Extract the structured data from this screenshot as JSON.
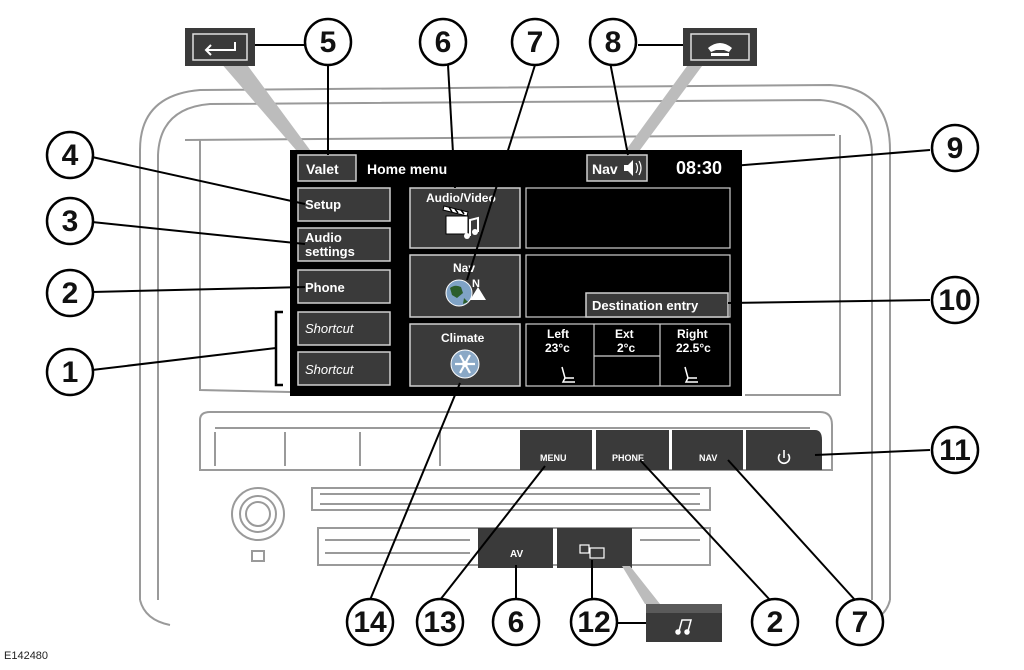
{
  "screen": {
    "valet_label": "Valet",
    "title": "Home menu",
    "nav_label": "Nav",
    "time": "08:30",
    "setup_label": "Setup",
    "audio_settings_line1": "Audio",
    "audio_settings_line2": "settings",
    "phone_label": "Phone",
    "shortcut1_label": "Shortcut",
    "shortcut2_label": "Shortcut",
    "audio_video_label": "Audio/Video",
    "nav_tile_label": "Nav",
    "nav_compass_letter": "N",
    "climate_label": "Climate",
    "destination_label": "Destination entry",
    "climate_left_label": "Left",
    "climate_left_temp": "23°c",
    "climate_ext_label": "Ext",
    "climate_ext_temp": "2°c",
    "climate_right_label": "Right",
    "climate_right_temp": "22.5°c"
  },
  "panel": {
    "menu_label": "MENU",
    "phone_label": "PHONE",
    "nav_label": "NAV",
    "av_label": "AV"
  },
  "callouts": {
    "c1": "1",
    "c2": "2",
    "c3": "3",
    "c4": "4",
    "c5": "5",
    "c6": "6",
    "c7": "7",
    "c8": "8",
    "c9": "9",
    "c10": "10",
    "c11": "11",
    "c2b": "2",
    "c6b": "6",
    "c7b": "7",
    "c12": "12",
    "c13": "13",
    "c14": "14"
  },
  "figure_id": "E142480",
  "icons": [
    "back-arrow-icon",
    "hang-up-icon",
    "speaker-icon",
    "clapperboard-icon",
    "globe-icon",
    "snowflake-icon",
    "seat-icon",
    "power-icon",
    "media-icon",
    "music-note-icon"
  ]
}
